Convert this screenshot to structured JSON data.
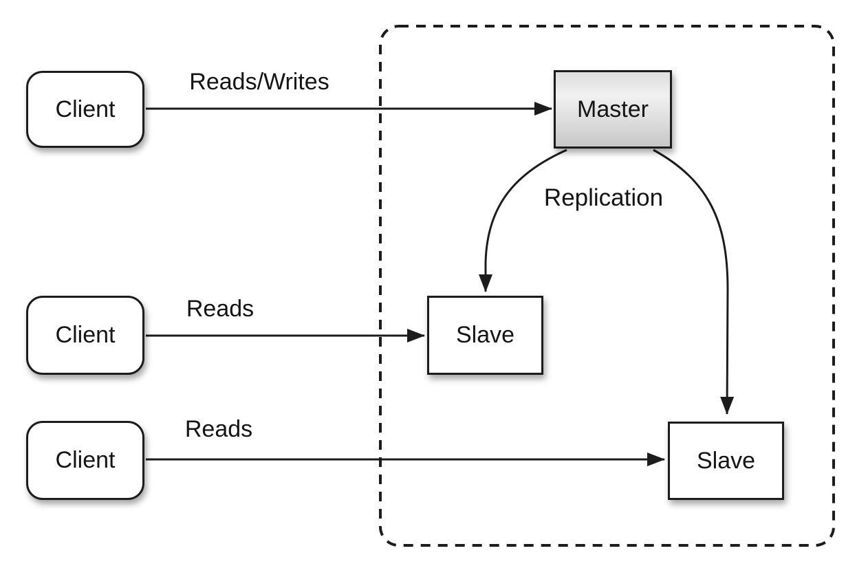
{
  "diagram": {
    "nodes": {
      "client1": {
        "label": "Client"
      },
      "client2": {
        "label": "Client"
      },
      "client3": {
        "label": "Client"
      },
      "master": {
        "label": "Master"
      },
      "slave1": {
        "label": "Slave"
      },
      "slave2": {
        "label": "Slave"
      }
    },
    "edges": {
      "client1_master": {
        "label": "Reads/Writes"
      },
      "client2_slave1": {
        "label": "Reads"
      },
      "client3_slave2": {
        "label": "Reads"
      },
      "master_slaves": {
        "label": "Replication"
      }
    },
    "colors": {
      "background": "#ffffff",
      "stroke": "#1c1c1c",
      "node_fill": "#ffffff",
      "master_gradient_top": "#dcdcdc",
      "master_gradient_mid": "#f1f1f1",
      "master_gradient_bottom": "#c7c7c7",
      "text": "#141414"
    }
  }
}
